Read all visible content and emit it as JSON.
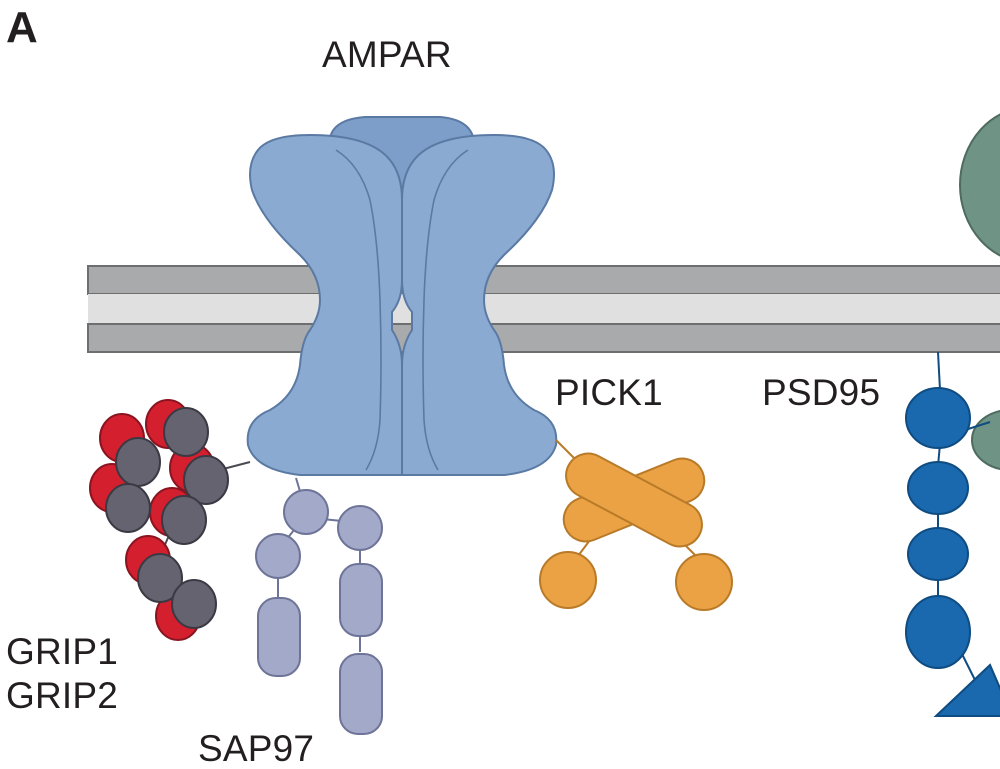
{
  "panel_label": "A",
  "labels": {
    "ampar": "AMPAR",
    "pick1": "PICK1",
    "psd95": "PSD95",
    "grip1": "GRIP1",
    "grip2": "GRIP2",
    "sap97": "SAP97"
  },
  "colors": {
    "ampar": "#8aaad2",
    "ampar_stroke": "#5a7aa4",
    "membrane_outer": "#a9aaac",
    "membrane_inner": "#e0e0e1",
    "grip_red": "#d41f2e",
    "grip_gray": "#64636f",
    "sap97": "#a3a9c8",
    "pick1": "#eaa245",
    "psd95": "#1a68ad",
    "teal": "#6f9385"
  }
}
